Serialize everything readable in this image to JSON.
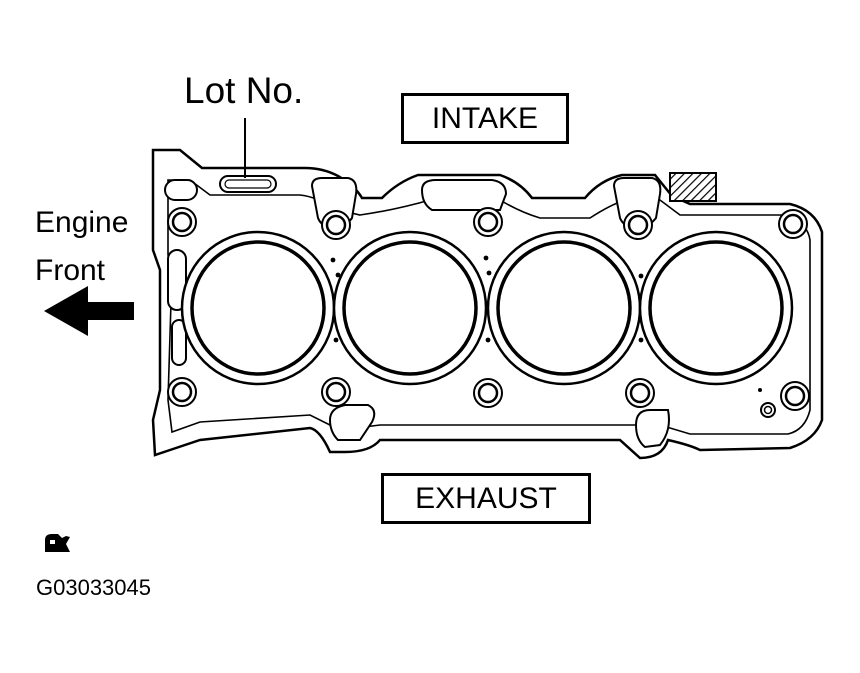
{
  "labels": {
    "lot_no": "Lot No.",
    "intake": "INTAKE",
    "exhaust": "EXHAUST",
    "engine": "Engine",
    "front": "Front",
    "figure_code": "G03033045"
  },
  "icons": {
    "arrow": "engine-front-arrow-icon",
    "figure_mark": "camera-icon"
  }
}
